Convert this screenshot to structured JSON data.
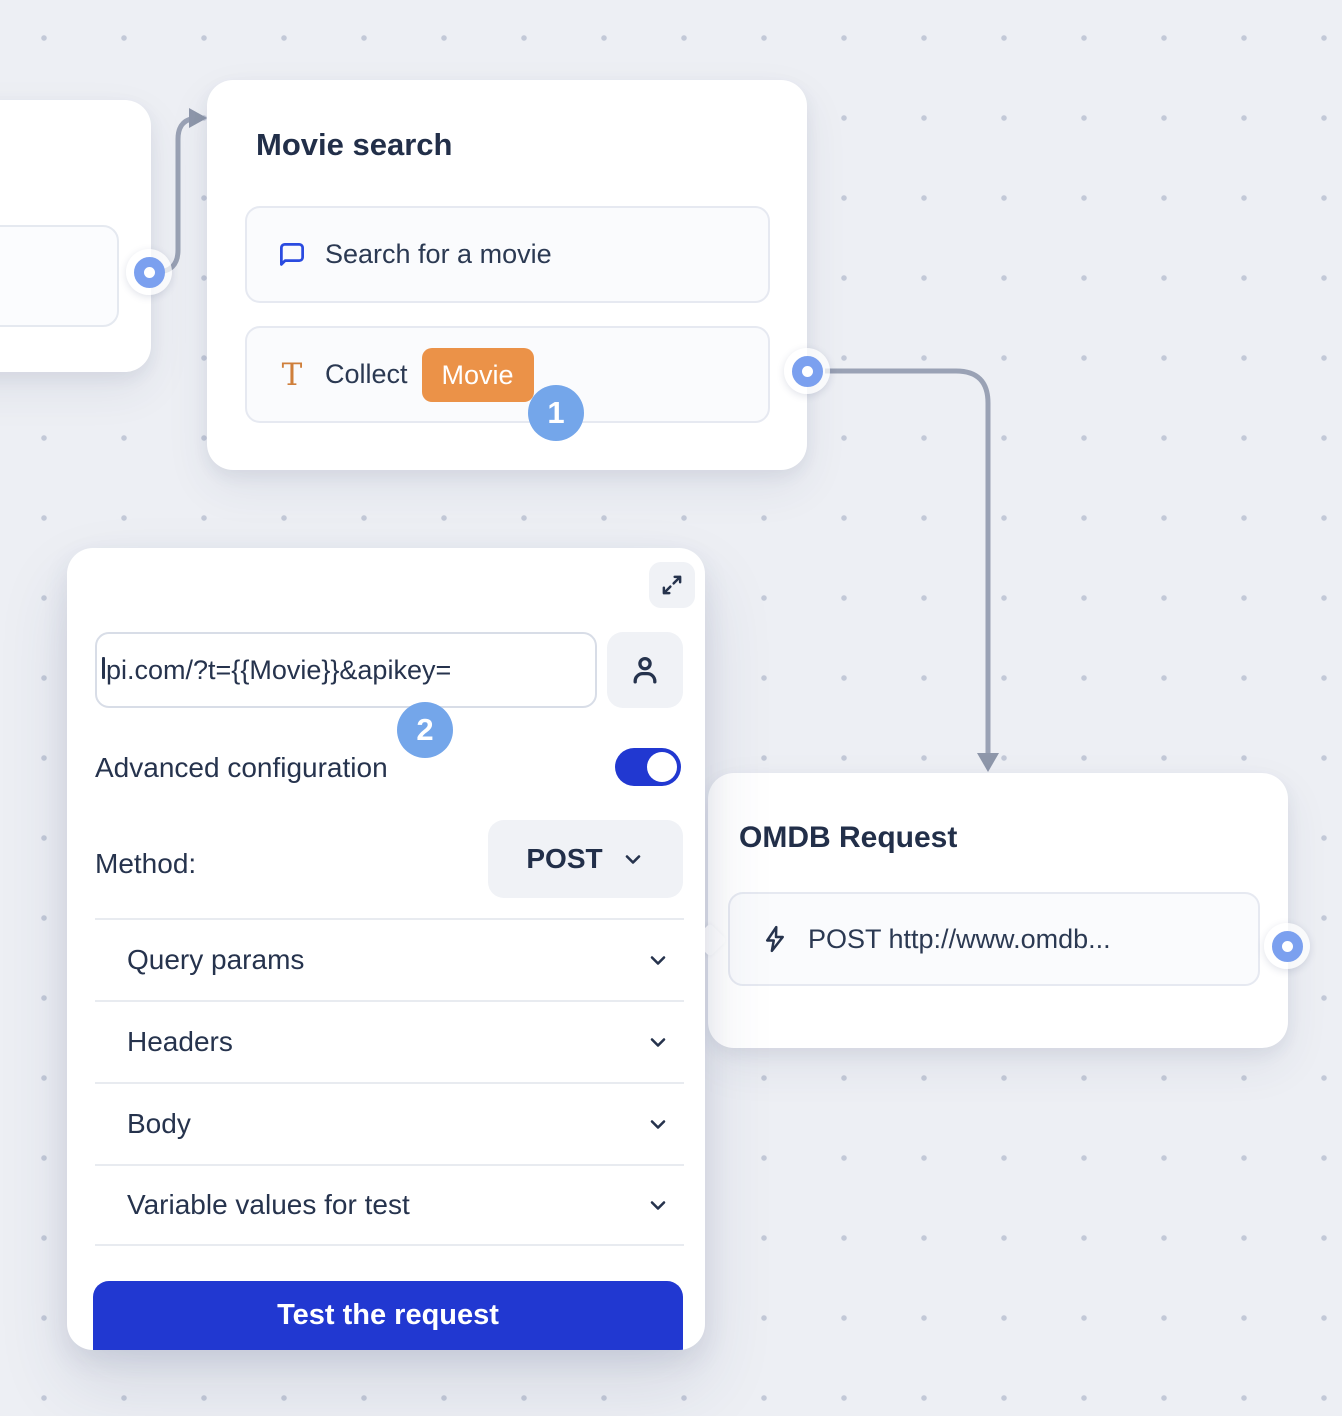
{
  "colors": {
    "background": "#edeff4",
    "grid_dot": "#c3c9d8",
    "accent_blue": "#2138d1",
    "step_badge_blue": "#74a6ea",
    "variable_orange": "#eb9248",
    "text_navy": "#26334d",
    "port_blue": "#7ba0ef",
    "connector_gray": "#9aa2b5"
  },
  "movie_node": {
    "title": "Movie search",
    "items": [
      {
        "icon": "chat-bubble-icon",
        "label": "Search for a movie"
      },
      {
        "icon": "text-input-icon",
        "label": "Collect",
        "variable_badge": "Movie"
      }
    ],
    "step_badge": "1"
  },
  "request_editor_panel": {
    "expand_icon": "expand-icon",
    "url_input": {
      "value": "pi.com/?t={{Movie}}&apikey="
    },
    "person_icon": "person-icon",
    "step_badge": "2",
    "advanced_configuration": {
      "label": "Advanced configuration",
      "enabled": true
    },
    "method": {
      "label": "Method:",
      "value": "POST"
    },
    "sections": [
      {
        "label": "Query params"
      },
      {
        "label": "Headers"
      },
      {
        "label": "Body"
      },
      {
        "label": "Variable values for test"
      }
    ],
    "test_button_label": "Test the request"
  },
  "omdb_node": {
    "title": "OMDB Request",
    "items": [
      {
        "icon": "lightning-icon",
        "label": "POST http://www.omdb..."
      }
    ]
  }
}
